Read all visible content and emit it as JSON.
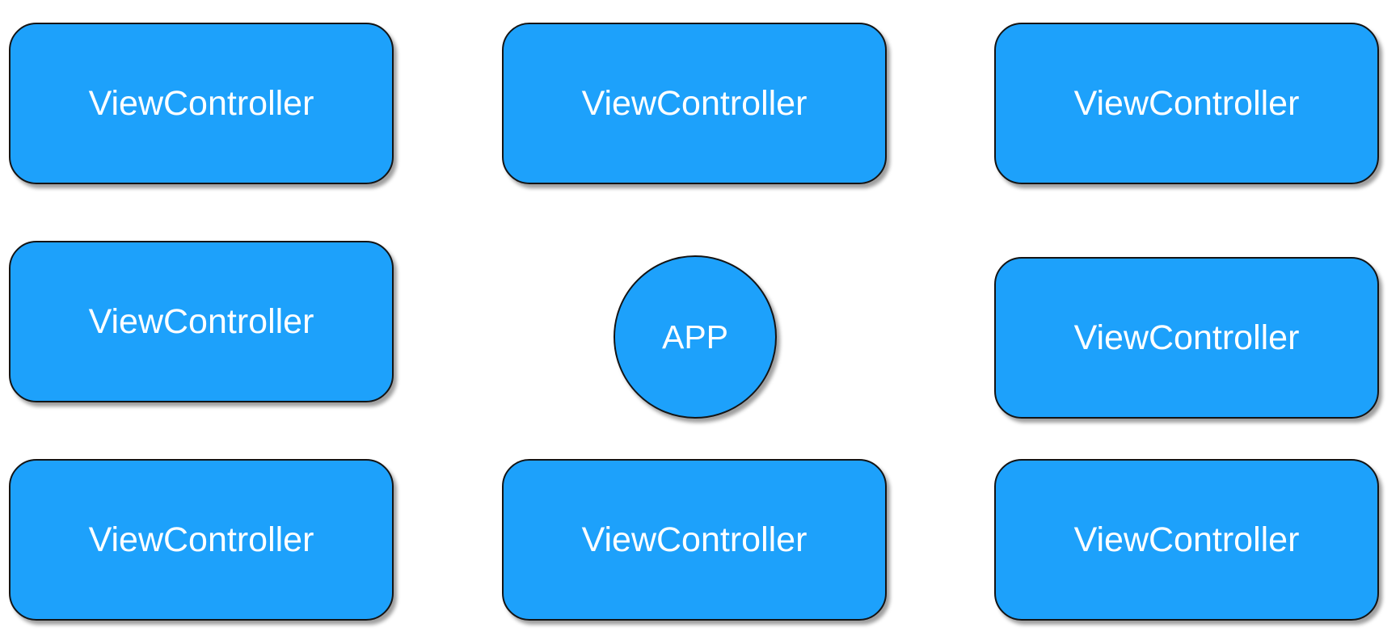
{
  "nodes": {
    "vc_top_left": "ViewController",
    "vc_top_center": "ViewController",
    "vc_top_right": "ViewController",
    "vc_middle_left": "ViewController",
    "vc_middle_right": "ViewController",
    "vc_bottom_left": "ViewController",
    "vc_bottom_center": "ViewController",
    "vc_bottom_right": "ViewController",
    "app": "APP"
  },
  "colors": {
    "node_fill": "#1da1fb",
    "node_border": "#141414",
    "node_text": "#ffffff",
    "background": "#ffffff"
  }
}
